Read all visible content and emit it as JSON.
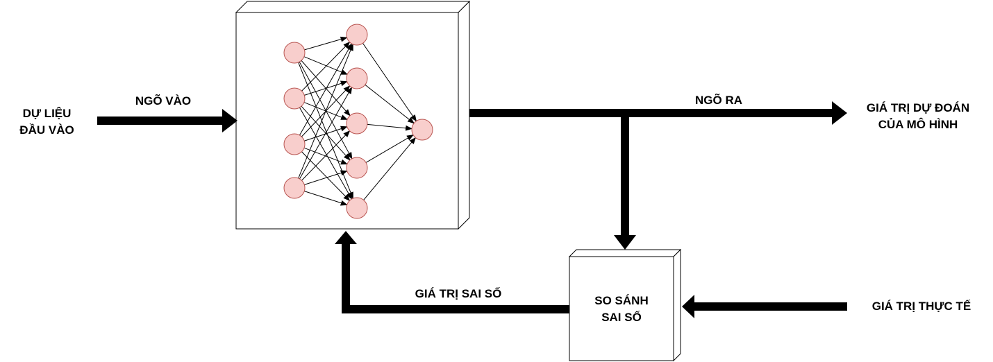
{
  "labels": {
    "input_data": [
      "DỰ LIỆU",
      "ĐẦU VÀO"
    ],
    "input_arrow": "NGÕ VÀO",
    "output_arrow": "NGÕ RA",
    "prediction": [
      "GIÁ TRỊ DỰ ĐOÁN",
      "CỦA MÔ HÌNH"
    ],
    "compare_box": [
      "SO SÁNH",
      "SAI SỐ"
    ],
    "actual_value": "GIÁ TRỊ THỰC TẾ",
    "error_value": "GIÁ TRỊ SAI SỐ"
  },
  "network": {
    "layers": [
      4,
      5,
      1
    ],
    "node_color": "#f8cecc",
    "node_border": "#b85450"
  },
  "colors": {
    "arrow": "#000000",
    "box_border": "#000000",
    "box_fill": "#ffffff"
  }
}
